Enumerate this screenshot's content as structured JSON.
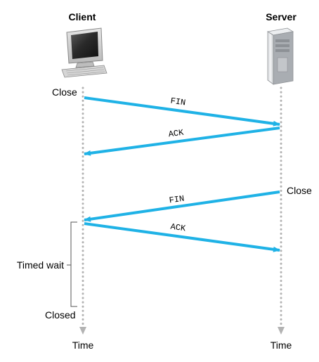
{
  "diagram": {
    "client": {
      "title": "Client",
      "icon": "desktop-computer-icon"
    },
    "server": {
      "title": "Server",
      "icon": "server-tower-icon"
    },
    "events": {
      "client_close": "Close",
      "server_close": "Close",
      "timed_wait": "Timed wait",
      "closed": "Closed"
    },
    "messages": [
      {
        "label": "FIN",
        "from": "client",
        "to": "server"
      },
      {
        "label": "ACK",
        "from": "server",
        "to": "client"
      },
      {
        "label": "FIN",
        "from": "server",
        "to": "client"
      },
      {
        "label": "ACK",
        "from": "client",
        "to": "server"
      }
    ],
    "time_labels": {
      "client": "Time",
      "server": "Time"
    },
    "colors": {
      "arrow": "#1fb2e6",
      "timeline": "#b3b3b3",
      "text": "#000000"
    }
  }
}
